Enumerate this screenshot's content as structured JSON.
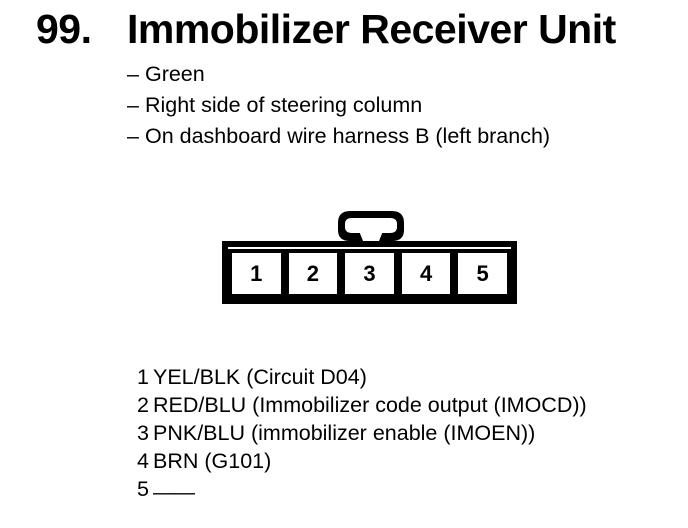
{
  "header": {
    "number": "99.",
    "title": "Immobilizer Receiver Unit",
    "bullet_marker": "–",
    "bullets": [
      "Green",
      "Right side of steering column",
      "On dashboard wire harness B (left branch)"
    ]
  },
  "connector": {
    "pins": [
      "1",
      "2",
      "3",
      "4",
      "5"
    ]
  },
  "pin_list": [
    {
      "pin": "1",
      "value": "YEL/BLK (Circuit D04)"
    },
    {
      "pin": "2",
      "value": "RED/BLU (Immobilizer code output (IMOCD))"
    },
    {
      "pin": "3",
      "value": "PNK/BLU (immobilizer enable (IMOEN))"
    },
    {
      "pin": "4",
      "value": "BRN (G101)"
    },
    {
      "pin": "5",
      "value": "——"
    }
  ]
}
